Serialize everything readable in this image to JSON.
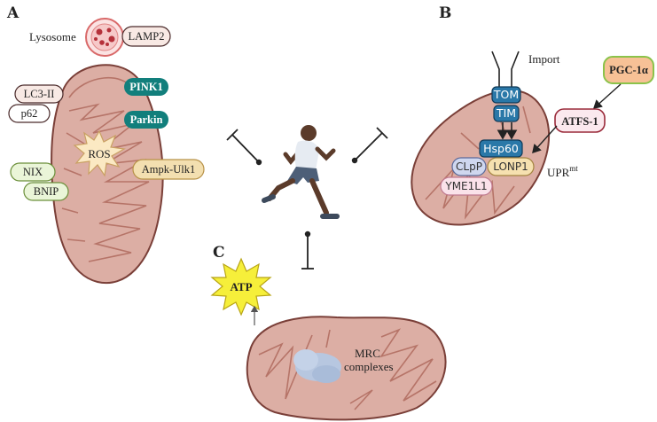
{
  "panels": {
    "a": "A",
    "b": "B",
    "c": "C"
  },
  "panel_a": {
    "lysosome_label": "Lysosome",
    "lamp2": "LAMP2",
    "lc3": "LC3-II",
    "p62": "p62",
    "pink1": "PINK1",
    "parkin": "Parkin",
    "ros": "ROS",
    "nix": "NIX",
    "bnip": "BNIP",
    "ampk": "Ampk-Ulk1"
  },
  "panel_b": {
    "import_label": "Import",
    "tom": "TOM",
    "tim": "TIM",
    "hsp60": "Hsp60",
    "clpp": "CLpP",
    "lonp1": "LONP1",
    "yme1l1": "YME1L1",
    "pgc": "PGC-1α",
    "atfs": "ATFS-1",
    "upr": "UPR",
    "upr_sup": "mt"
  },
  "panel_c": {
    "atp": "ATP",
    "mrc_line1": "MRC",
    "mrc_line2": "complexes"
  },
  "colors": {
    "mito_outer": "#dcaea4",
    "mito_inner": "#c0786e",
    "teal": "#127f7c",
    "blue_box": "#2a78a8",
    "atp_yellow": "#f6ef3a",
    "pgc_fill": "#f7c196",
    "pgc_stroke": "#8bc34a"
  }
}
